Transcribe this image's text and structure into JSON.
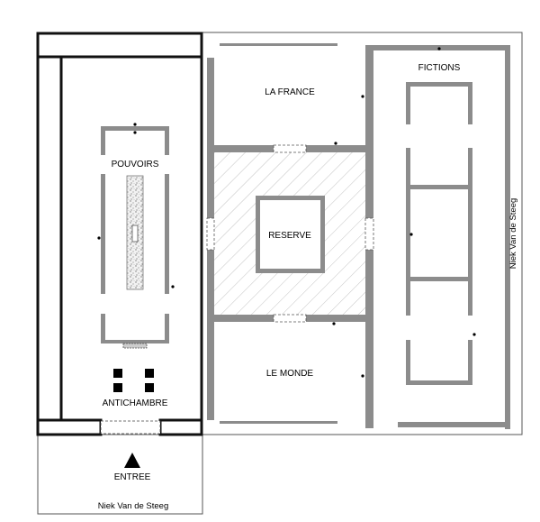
{
  "rooms": {
    "pouvoirs": "POUVOIRS",
    "la_france": "LA FRANCE",
    "fictions": "FICTIONS",
    "reserve": "RESERVE",
    "le_monde": "LE MONDE",
    "antichambre": "ANTICHAMBRE",
    "entree": "ENTREE"
  },
  "credits": {
    "bottom": "Niek Van de Steeg",
    "side": "Niek Van de Steeg"
  }
}
